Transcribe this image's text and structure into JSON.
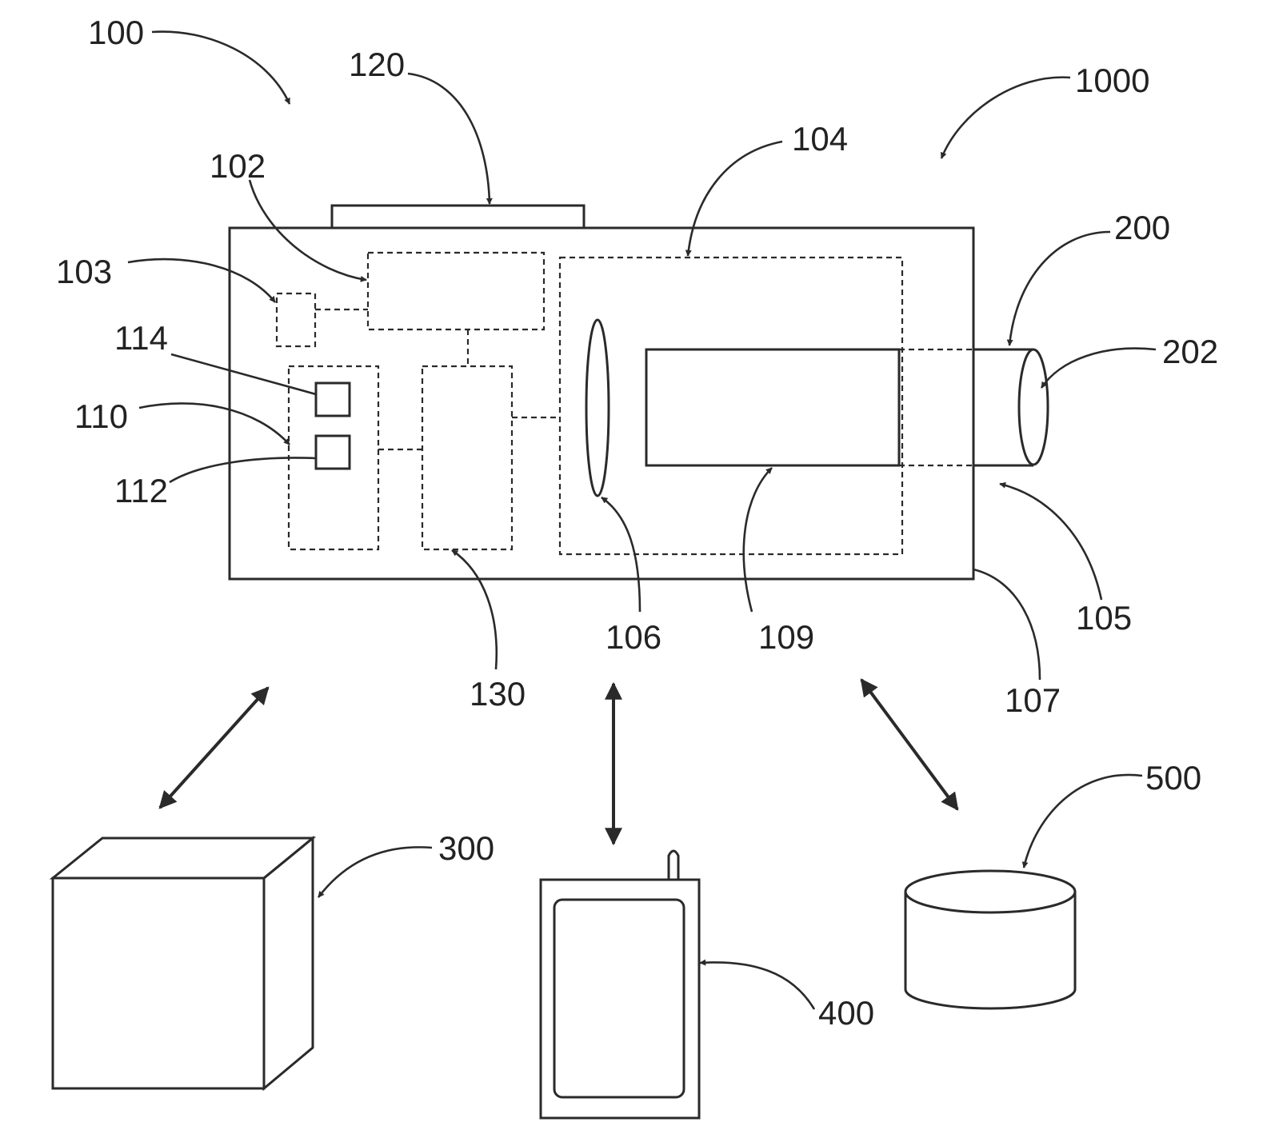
{
  "labels": {
    "l100": "100",
    "l120": "120",
    "l1000": "1000",
    "l104": "104",
    "l102": "102",
    "l200": "200",
    "l103": "103",
    "l202": "202",
    "l114": "114",
    "l110": "110",
    "l112": "112",
    "l105": "105",
    "l106": "106",
    "l109": "109",
    "l130": "130",
    "l107": "107",
    "l500": "500",
    "l300": "300",
    "l400": "400"
  },
  "colors": {
    "line": "#2a2a2a",
    "text": "#222222",
    "background": "#ffffff"
  }
}
